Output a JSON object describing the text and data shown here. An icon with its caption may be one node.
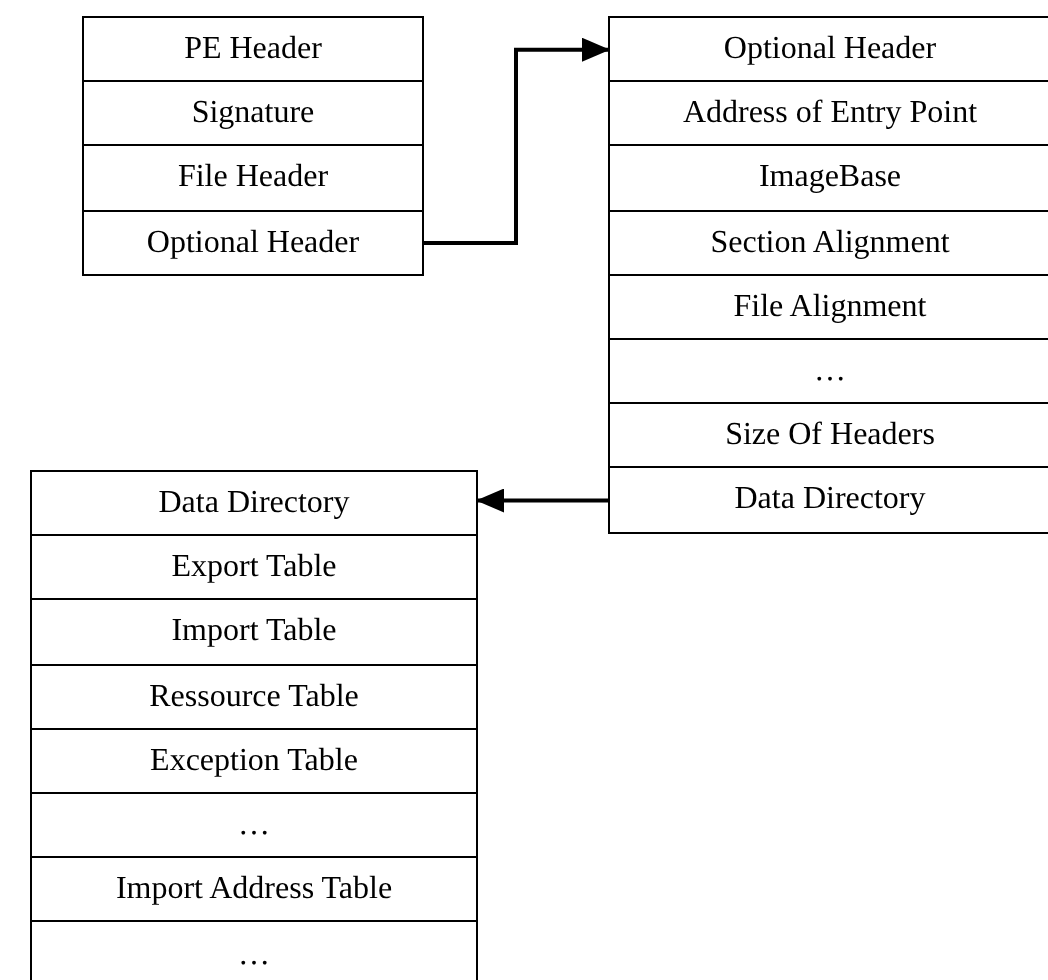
{
  "diagram": {
    "nodes": [
      {
        "text": [
          "PE Header"
        ]
      },
      {
        "text": [
          "Signature"
        ]
      },
      {
        "text": [
          "File Header"
        ]
      },
      {
        "text": [
          "Optional Header"
        ]
      },
      {
        "text": [
          "Optional Header"
        ]
      },
      {
        "text": [
          "Address of Entry Point"
        ]
      },
      {
        "text": [
          "ImageBase"
        ]
      },
      {
        "text": [
          "Section Alignment"
        ]
      },
      {
        "text": [
          "File Alignment"
        ]
      },
      {
        "text": [
          "…"
        ]
      },
      {
        "text": [
          "Size Of Headers"
        ]
      },
      {
        "text": [
          "Data Directory"
        ]
      },
      {
        "text": [
          "Data Directory"
        ]
      },
      {
        "text": [
          "Export Table"
        ]
      },
      {
        "text": [
          "Import Table"
        ]
      },
      {
        "text": [
          "Ressource Table"
        ]
      },
      {
        "text": [
          "Exception Table"
        ]
      },
      {
        "text": [
          "…"
        ]
      },
      {
        "text": [
          "Import Address Table"
        ]
      },
      {
        "text": [
          "…"
        ]
      }
    ],
    "edges": [
      {
        "from": 3,
        "to": 4,
        "arrow": "to"
      },
      {
        "from": 11,
        "to": 12,
        "arrow": "to"
      }
    ]
  }
}
